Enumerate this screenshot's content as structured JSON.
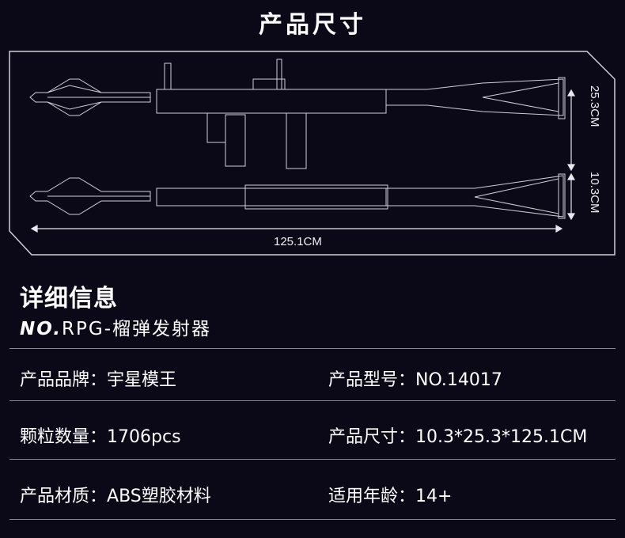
{
  "header": {
    "title": "产品尺寸"
  },
  "dimensions": {
    "length": "125.1CM",
    "height": "25.3CM",
    "width": "10.3CM"
  },
  "details": {
    "heading": "详细信息",
    "model_prefix": "NO.",
    "model_name": "RPG-榴弹发射器",
    "rows": [
      {
        "left": {
          "label": "产品品牌：",
          "value": "宇星模王"
        },
        "right": {
          "label": "产品型号：",
          "value": "NO.14017"
        }
      },
      {
        "left": {
          "label": "颗粒数量：",
          "value": "1706pcs"
        },
        "right": {
          "label": "产品尺寸：",
          "value": "10.3*25.3*125.1CM"
        }
      },
      {
        "left": {
          "label": "产品材质：",
          "value": "ABS塑胶材料"
        },
        "right": {
          "label": "适用年龄：",
          "value": "14+"
        }
      }
    ]
  }
}
